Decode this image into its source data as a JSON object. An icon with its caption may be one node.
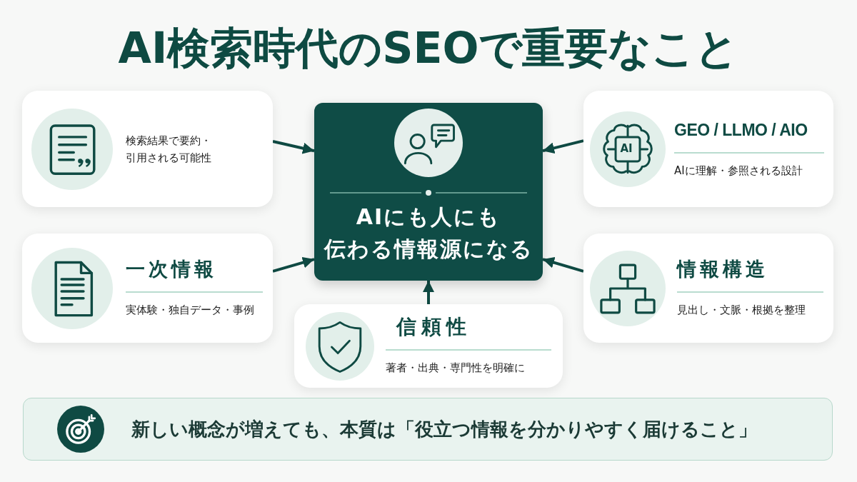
{
  "diagram": {
    "title": "AI検索時代のSEOで重要なこと",
    "nodes": [
      {
        "text": [
          "検索結果で要約・引用される可能性"
        ]
      },
      {
        "text": [
          "AIにも人にも伝わる情報源になる"
        ]
      },
      {
        "text": [
          "GEO / LLMO / AIO",
          "AIに理解・参照される設計"
        ]
      },
      {
        "text": [
          "一次情報",
          "実体験・独自データ・事例"
        ]
      },
      {
        "text": [
          "情報構造",
          "見出し・文脈・根拠を整理"
        ]
      },
      {
        "text": [
          "信頼性",
          "著者・出典・専門性を明確に"
        ]
      },
      {
        "text": [
          "新しい概念が増えても、本質は「役立つ情報を分かりやすく届けること」"
        ]
      }
    ],
    "edges": [
      {
        "from": 0,
        "to": 1,
        "arrow": "to"
      },
      {
        "from": 2,
        "to": 1,
        "arrow": "to"
      },
      {
        "from": 3,
        "to": 1,
        "arrow": "to"
      },
      {
        "from": 4,
        "to": 1,
        "arrow": "to"
      },
      {
        "from": 5,
        "to": 1,
        "arrow": "to"
      }
    ],
    "labels": [
      "AI"
    ]
  }
}
